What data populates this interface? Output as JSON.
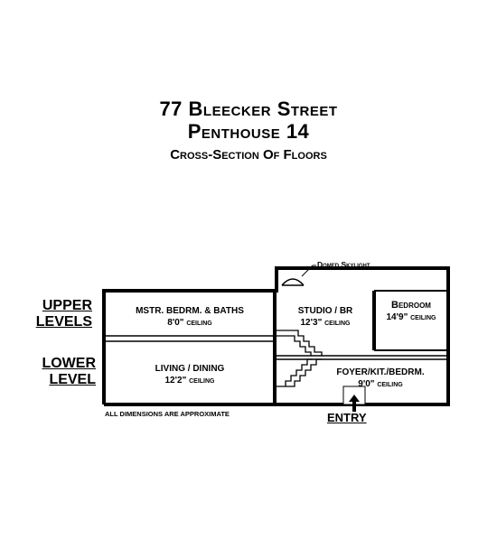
{
  "header": {
    "line1": "77 Bleecker Street",
    "line2": "Penthouse 14",
    "line3": "Cross-Section Of Floors"
  },
  "levels": {
    "upper_line1": "UPPER",
    "upper_line2": "LEVELS",
    "lower_line1": "LOWER",
    "lower_line2": "LEVEL"
  },
  "rooms": [
    {
      "name": "MSTR. BEDRM. & BATHS",
      "height": "8'0\"",
      "unit": "CEILING"
    },
    {
      "name": "STUDIO / BR",
      "height": "12'3\"",
      "unit": "CEILING"
    },
    {
      "name": "Bedroom",
      "height": "14'9\"",
      "unit": "CEILING"
    },
    {
      "name": "LIVING / DINING",
      "height": "12'2\"",
      "unit": "CEILING"
    },
    {
      "name": "FOYER/KIT./BEDRM.",
      "height": "9'0\"",
      "unit": "CEILING"
    }
  ],
  "skylight_label": "Domed Skylight",
  "note": "ALL DIMENSIONS ARE APPROXIMATE",
  "entry_label": "ENTRY"
}
